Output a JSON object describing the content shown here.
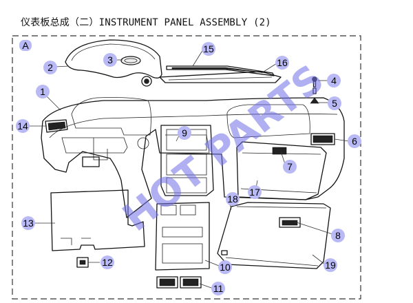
{
  "title": "仪表板总成（二）INSTRUMENT PANEL ASSEMBLY (2)",
  "view_label": "A",
  "watermark": "HOT PARTS",
  "callouts": [
    "1",
    "2",
    "3",
    "4",
    "5",
    "6",
    "7",
    "8",
    "9",
    "10",
    "11",
    "12",
    "13",
    "14",
    "15",
    "16",
    "17",
    "18",
    "19"
  ]
}
